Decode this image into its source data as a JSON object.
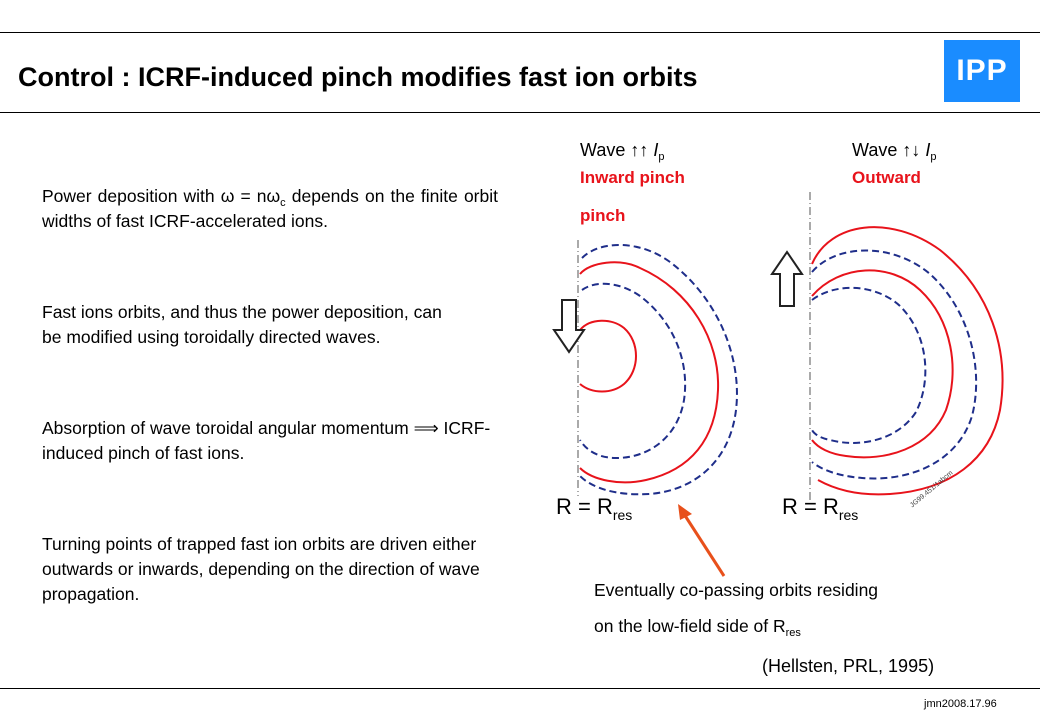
{
  "header": {
    "title": "Control : ICRF-induced pinch modifies fast ion orbits",
    "logo_text": "IPP"
  },
  "colors": {
    "logo_bg": "#1a8cff",
    "accent_red": "#e8131b",
    "orbit_blue": "#1f2e8a"
  },
  "left_text": {
    "p1_a": "Power deposition with ",
    "p1_omega": "ω",
    "p1_b": " = nω",
    "p1_sub": "c",
    "p1_c": " depends on the finite orbit widths of fast ICRF-accelerated ions.",
    "p2": "Fast ions orbits, and thus the power deposition, can be modified using toroidally directed waves.",
    "p3_a": "Absorption of wave toroidal angular momentum ",
    "p3_arrow": "⟹",
    "p3_b": " ICRF-induced pinch of fast ions.",
    "p4": "Turning points of trapped fast ion orbits are driven either outwards or inwards, depending on the direction of wave propagation."
  },
  "figure": {
    "left": {
      "wave_label": "Wave",
      "arrows": "↑↑",
      "current": "I",
      "current_sub": "p",
      "pinch_line1": "Inward pinch",
      "pinch_line2": "pinch",
      "arrow_direction": "down",
      "r_label": "R = R",
      "r_sub": "res"
    },
    "right": {
      "wave_label": "Wave",
      "arrows": "↑↓",
      "current": "I",
      "current_sub": "p",
      "pinch_line1": "Outward",
      "arrow_direction": "up",
      "r_label": "R = R",
      "r_sub": "res"
    },
    "figure_id": "JG99.451/1abcm"
  },
  "caption": {
    "line1": "Eventually co-passing orbits residing",
    "line2_a": "on the low-field side of R",
    "line2_sub": "res"
  },
  "citation": "(Hellsten, PRL, 1995)",
  "footer": "jmn2008.17.96"
}
